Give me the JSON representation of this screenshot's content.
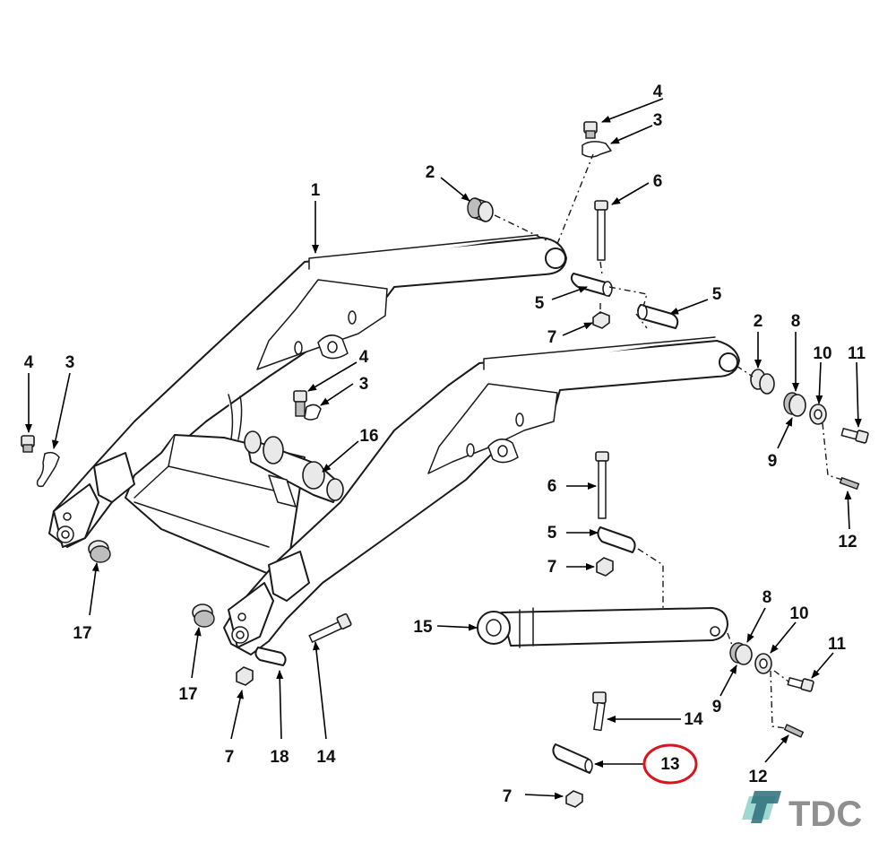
{
  "callouts": [
    {
      "id": "1",
      "text": "1"
    },
    {
      "id": "2a",
      "text": "2"
    },
    {
      "id": "2b",
      "text": "2"
    },
    {
      "id": "3a",
      "text": "3"
    },
    {
      "id": "3b",
      "text": "3"
    },
    {
      "id": "3c",
      "text": "3"
    },
    {
      "id": "4a",
      "text": "4"
    },
    {
      "id": "4b",
      "text": "4"
    },
    {
      "id": "4c",
      "text": "4"
    },
    {
      "id": "5a",
      "text": "5"
    },
    {
      "id": "5b",
      "text": "5"
    },
    {
      "id": "5c",
      "text": "5"
    },
    {
      "id": "6a",
      "text": "6"
    },
    {
      "id": "6b",
      "text": "6"
    },
    {
      "id": "7a",
      "text": "7"
    },
    {
      "id": "7b",
      "text": "7"
    },
    {
      "id": "7c",
      "text": "7"
    },
    {
      "id": "7d",
      "text": "7"
    },
    {
      "id": "8a",
      "text": "8"
    },
    {
      "id": "8b",
      "text": "8"
    },
    {
      "id": "9a",
      "text": "9"
    },
    {
      "id": "9b",
      "text": "9"
    },
    {
      "id": "10a",
      "text": "10"
    },
    {
      "id": "10b",
      "text": "10"
    },
    {
      "id": "11a",
      "text": "11"
    },
    {
      "id": "11b",
      "text": "11"
    },
    {
      "id": "12a",
      "text": "12"
    },
    {
      "id": "12b",
      "text": "12"
    },
    {
      "id": "13",
      "text": "13"
    },
    {
      "id": "14a",
      "text": "14"
    },
    {
      "id": "14b",
      "text": "14"
    },
    {
      "id": "15",
      "text": "15"
    },
    {
      "id": "16",
      "text": "16"
    },
    {
      "id": "17a",
      "text": "17"
    },
    {
      "id": "17b",
      "text": "17"
    },
    {
      "id": "18",
      "text": "18"
    }
  ],
  "highlighted_callout": "13",
  "highlight_color": "#d9161e",
  "logo": {
    "text": "TDC",
    "icon": "tdc-logo-icon",
    "colors": {
      "dark": "#2c6f7a",
      "light": "#9fd7d2",
      "text": "#8f8f8f"
    }
  }
}
